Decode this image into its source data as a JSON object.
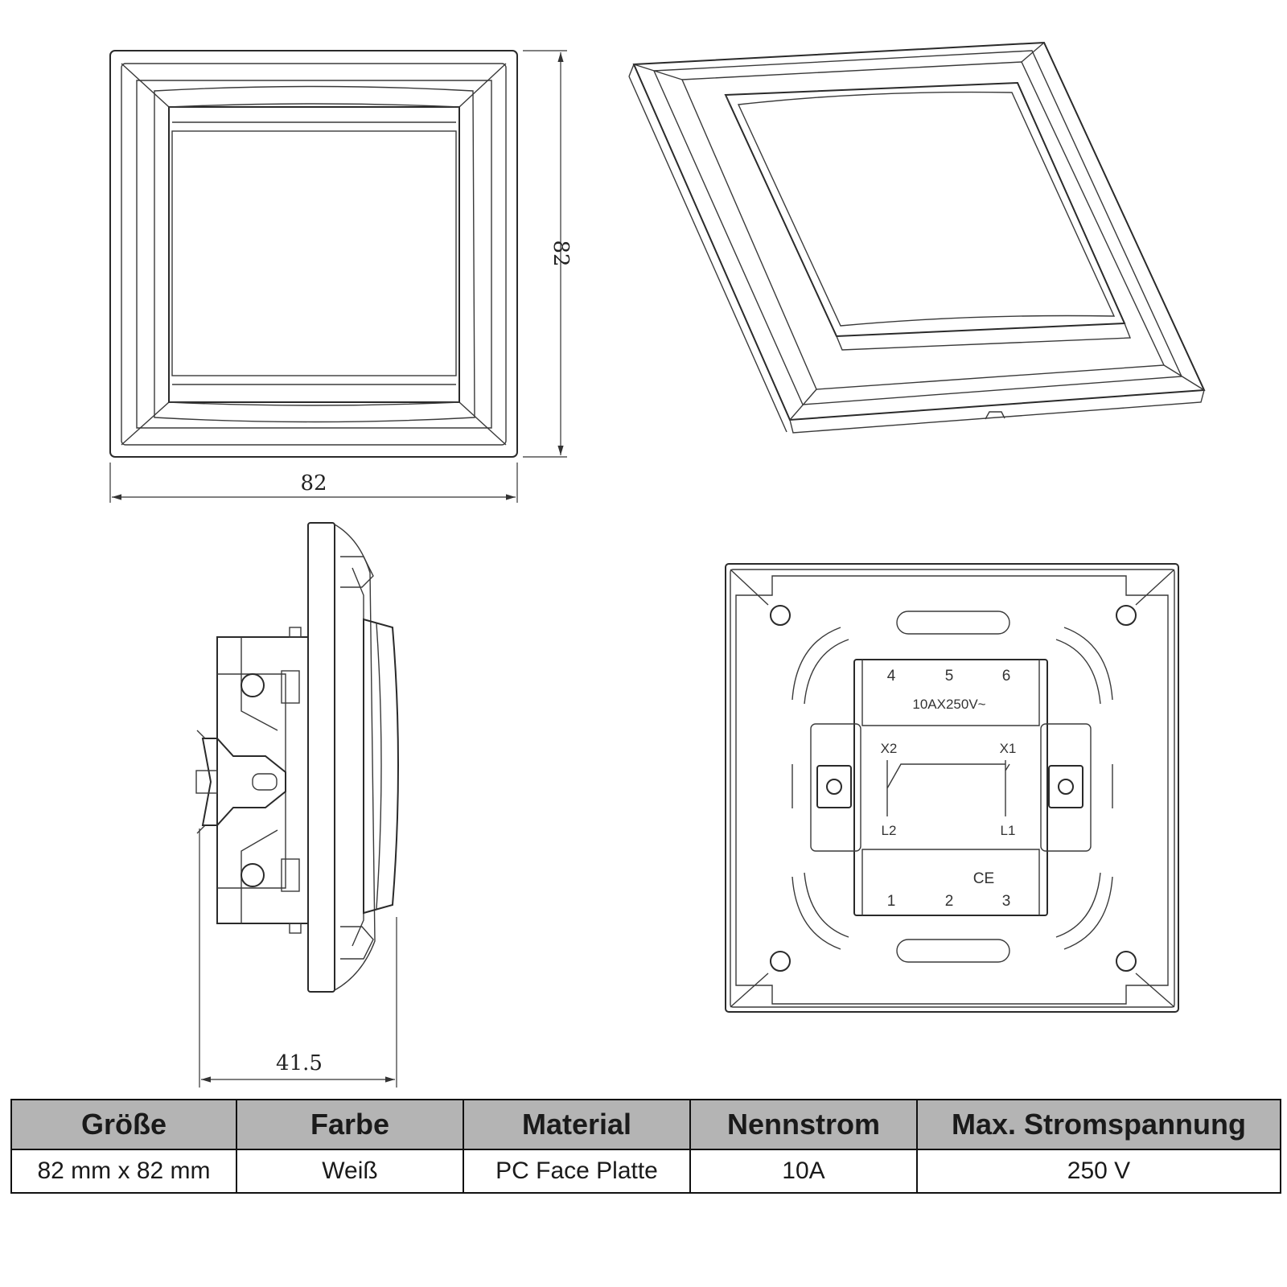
{
  "dimensions": {
    "front_width": "82",
    "front_height": "82",
    "side_depth": "41.5"
  },
  "rear_labels": {
    "terminals_top": [
      "4",
      "5",
      "6"
    ],
    "terminals_bottom": [
      "1",
      "2",
      "3"
    ],
    "rating": "10AX250V~",
    "x2": "X2",
    "x1": "X1",
    "l2": "L2",
    "l1": "L1",
    "mark": "CE"
  },
  "spec_table": {
    "headers": [
      "Größe",
      "Farbe",
      "Material",
      "Nennstrom",
      "Max. Stromspannung"
    ],
    "values": [
      "82 mm x 82 mm",
      "Weiß",
      "PC Face Platte",
      "10A",
      "250 V"
    ]
  },
  "colors": {
    "line": "#2a2a2a",
    "header_bg": "#b4b4b4"
  }
}
